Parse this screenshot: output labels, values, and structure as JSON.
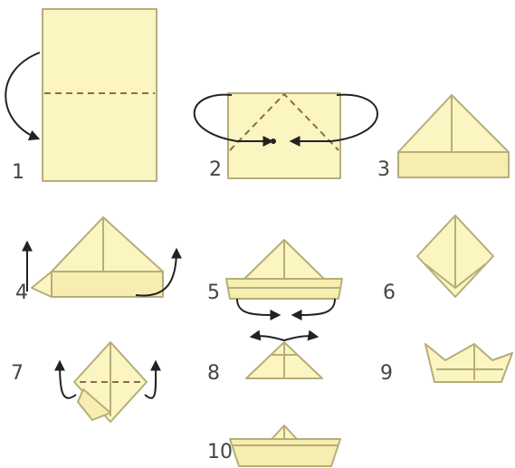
{
  "steps": [
    {
      "number": "1"
    },
    {
      "number": "2"
    },
    {
      "number": "3"
    },
    {
      "number": "4"
    },
    {
      "number": "5"
    },
    {
      "number": "6"
    },
    {
      "number": "7"
    },
    {
      "number": "8"
    },
    {
      "number": "9"
    },
    {
      "number": "10"
    }
  ],
  "colors": {
    "paper": "#fbf5c2",
    "outline": "#b6ad7a",
    "arrow": "#222222",
    "dashed_fold": "#8a6f48"
  }
}
